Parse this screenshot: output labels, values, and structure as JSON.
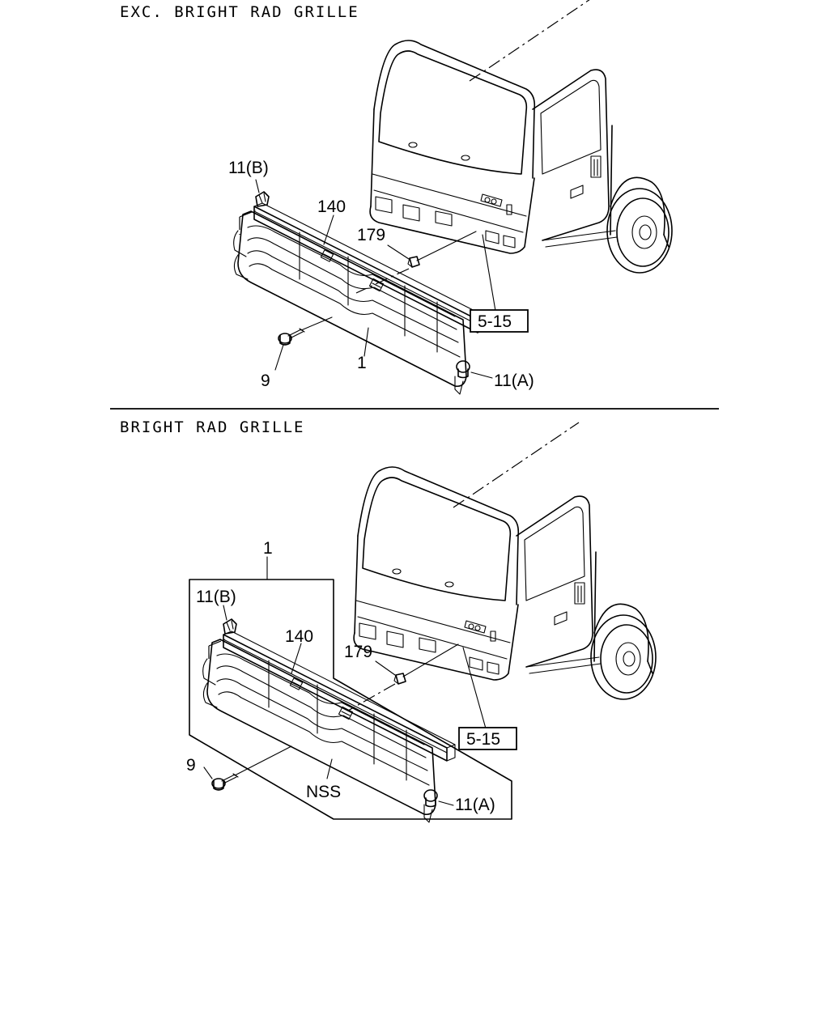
{
  "sections": [
    {
      "heading": "EXC. BRIGHT RAD GRILLE",
      "callouts": {
        "clip_b": "11(B)",
        "grille_bar": "140",
        "clip_nut": "179",
        "ref_page": "5-15",
        "grille_assembly": "1",
        "screw": "9",
        "clip_a": "11(A)"
      }
    },
    {
      "heading": "BRIGHT RAD GRILLE",
      "callouts": {
        "assembly": "1",
        "clip_b": "11(B)",
        "grille_bar": "140",
        "clip_nut": "179",
        "ref_page": "5-15",
        "screw": "9",
        "nss": "NSS",
        "clip_a": "11(A)"
      }
    }
  ]
}
